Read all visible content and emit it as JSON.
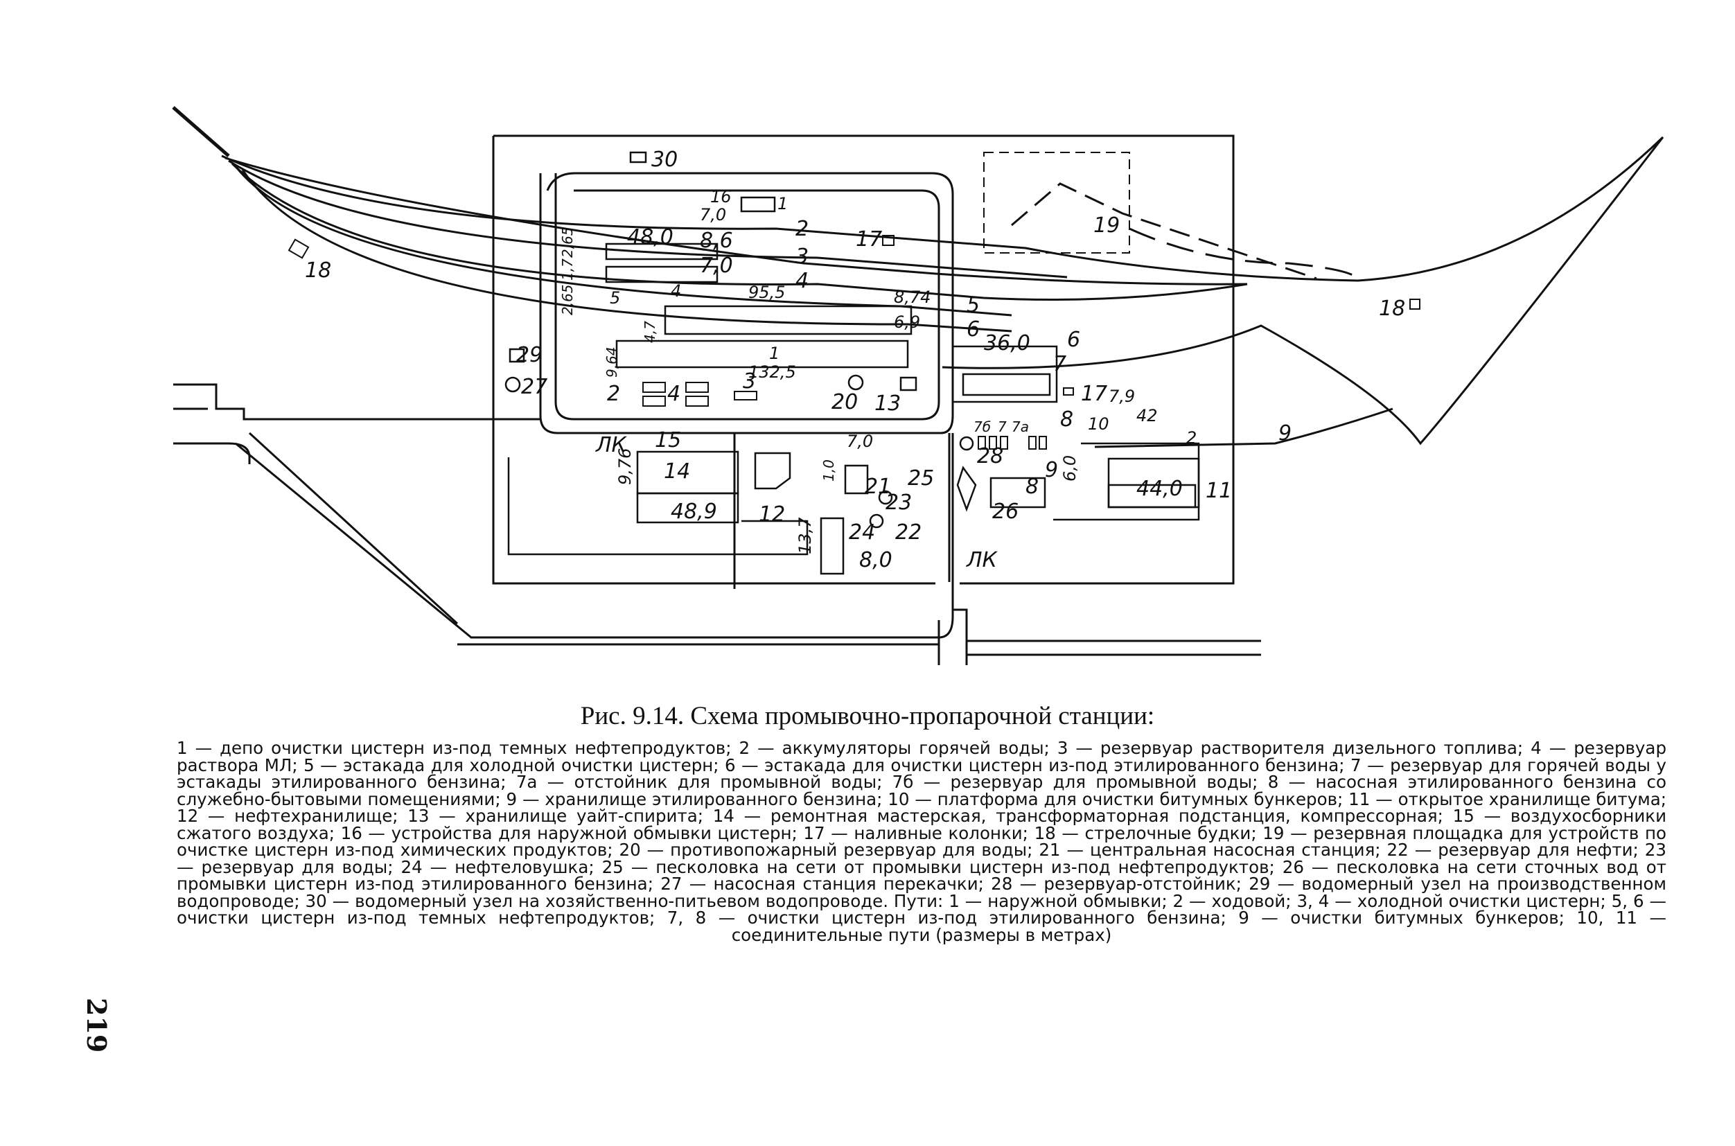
{
  "figure": {
    "caption_title": "Рис. 9.14. Схема промывочно-пропарочной станции:",
    "legend_text": "1 — депо очистки цистерн из-под темных нефтепродуктов; 2 — аккумуляторы горячей воды; 3 — резервуар растворителя дизельного топлива; 4 — резервуар раствора МЛ; 5 — эстакада для холодной очистки цистерн; 6 — эстакада для очистки цистерн из-под этилированного бензина; 7 — резервуар для горячей воды у эстакады этилированного бензина; 7а — отстойник для промывной воды; 7б — резервуар для промывной воды; 8 — насосная этилированного бензина со служебно-бытовыми помещениями; 9 — хранилище этилированного бензина; 10 — платформа для очистки битумных бункеров; 11 — открытое хранилище битума; 12 — нефтехранилище; 13 — хранилище уайт-спирита; 14 — ремонтная мастерская, трансформаторная подстанция, компрессорная; 15 — воздухосборники сжатого воздуха; 16 — устройства для наружной обмывки цистерн; 17 — наливные колонки; 18 — стрелочные будки; 19 — резервная площадка для устройств по очистке цистерн из-под химических продуктов; 20 — противопожарный резервуар для воды; 21 — центральная насосная станция; 22 — резервуар для нефти; 23 — резервуар для воды; 24 — нефтеловушка; 25 — песколовка на сети от промывки цистерн из-под нефтепродуктов; 26 — песколовка на сети сточных вод от промывки цистерн из-под этилированного бензина; 27 — насосная станция перекачки; 28 — резервуар-отстойник; 29 — водомерный узел на производственном водопроводе; 30 — водомерный узел на хозяйственно-питьевом водопроводе. Пути: 1 — наружной обмывки; 2 — ходовой; 3, 4 — холодной очистки цистерн; 5, 6 — очистки цистерн из-под темных нефтепродуктов; 7, 8 — очистки цистерн из-под этилированного бензина; 9 — очистки битумных бункеров; 10, 11 — соединительные пути (размеры в метрах)",
    "page_number": "219"
  },
  "diagram": {
    "object_labels": [
      "30",
      "16",
      "7,0",
      "1",
      "2",
      "8,6",
      "48,0",
      "17",
      "3",
      "7,0",
      "2,65",
      "1,7",
      "4",
      "95,5",
      "8,74",
      "5",
      "6,9",
      "6",
      "36,0",
      "6",
      "7",
      "1",
      "132,5",
      "9,64",
      "4,7",
      "2,65",
      "5",
      "4",
      "18",
      "18",
      "19",
      "29",
      "27",
      "2",
      "4",
      "3",
      "20",
      "13",
      "17",
      "7,9",
      "8",
      "10",
      "42",
      "9",
      "ЛК",
      "15",
      "9,76",
      "14",
      "12",
      "48,9",
      "7,0",
      "1,0",
      "21",
      "25",
      "23",
      "24",
      "22",
      "13,7",
      "8,0",
      "7б",
      "7",
      "7а",
      "28",
      "9",
      "6,0",
      "8",
      "26",
      "44,0",
      "11",
      "ЛК",
      "2"
    ]
  }
}
